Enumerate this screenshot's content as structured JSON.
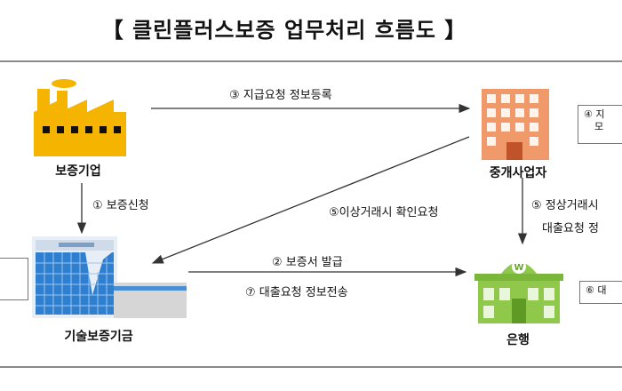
{
  "title": "【 클린플러스보증 업무처리 흐름도 】",
  "nodes": {
    "guarantee_company": "보증기업",
    "broker": "중개사업자",
    "kibo": "기술보증기금",
    "bank": "은행"
  },
  "flows": {
    "f1": "① 보증신청",
    "f2": "② 보증서 발급",
    "f3": "③ 지급요청 정보등록",
    "f5a": "⑤이상거래시 확인요청",
    "f5b_line1": "⑤ 정상거래시",
    "f5b_line2": "대출요청 정",
    "f7": "⑦ 대출요청 정보전송"
  },
  "notes": {
    "broker_note_line1": "④ 지",
    "broker_note_line2": "모",
    "bank_note": "⑥ 대"
  },
  "colors": {
    "factory": "#f5b400",
    "building": "#f0996a",
    "bank": "#8fc84a",
    "kibo": "#2e7fd0",
    "arrow": "#333333"
  }
}
